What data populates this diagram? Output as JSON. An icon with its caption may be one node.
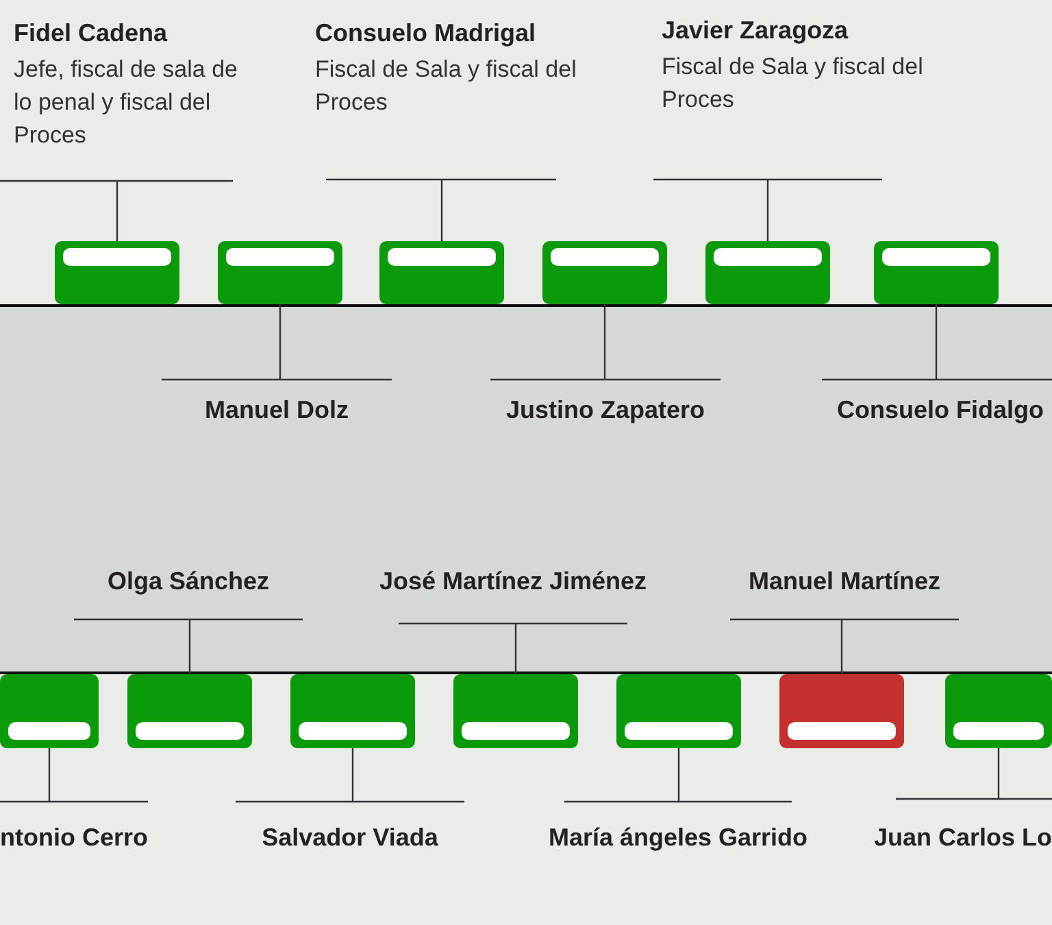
{
  "diagram": {
    "nodes": [
      {
        "text": [
          "Fidel Cadena",
          "Jefe, fiscal de sala de lo penal y fiscal del Proces"
        ]
      },
      {
        "text": [
          "Consuelo Madrigal",
          "Fiscal de Sala y fiscal del Proces"
        ]
      },
      {
        "text": [
          "Javier Zaragoza",
          "Fiscal de Sala y fiscal del Proces"
        ]
      },
      {
        "text": [],
        "shape": "box"
      },
      {
        "text": [],
        "shape": "box"
      },
      {
        "text": [],
        "shape": "box"
      },
      {
        "text": [],
        "shape": "box"
      },
      {
        "text": [],
        "shape": "box"
      },
      {
        "text": [],
        "shape": "box"
      },
      {
        "text": [],
        "shape": "box"
      },
      {
        "text": [
          "Manuel Dolz"
        ],
        "in": 9
      },
      {
        "text": [
          "Justino Zapatero"
        ],
        "in": 9
      },
      {
        "text": [
          "Consuelo Fidalgo"
        ],
        "in": 9
      },
      {
        "text": [
          "Olga Sánchez"
        ],
        "in": 9
      },
      {
        "text": [
          "José Martínez Jiménez"
        ],
        "in": 9
      },
      {
        "text": [
          "Manuel Martínez"
        ],
        "in": 9
      },
      {
        "text": [],
        "shape": "box"
      },
      {
        "text": [],
        "shape": "box"
      },
      {
        "text": [],
        "shape": "box"
      },
      {
        "text": [],
        "shape": "box"
      },
      {
        "text": [],
        "shape": "box"
      },
      {
        "text": [],
        "shape": "box"
      },
      {
        "text": [],
        "shape": "box"
      },
      {
        "text": [
          "ntonio Cerro"
        ]
      },
      {
        "text": [
          "Salvador Viada"
        ]
      },
      {
        "text": [
          "María ángeles Garrido"
        ]
      },
      {
        "text": [
          "Juan Carlos Lo"
        ]
      }
    ],
    "edges": [
      {
        "from": 0,
        "to": 3,
        "arrow": "none"
      },
      {
        "from": 1,
        "to": 5,
        "arrow": "none"
      },
      {
        "from": 2,
        "to": 7,
        "arrow": "none"
      },
      {
        "from": 10,
        "to": 4,
        "arrow": "none"
      },
      {
        "from": 11,
        "to": 6,
        "arrow": "none"
      },
      {
        "from": 12,
        "to": 8,
        "arrow": "none"
      },
      {
        "from": 13,
        "to": 17,
        "arrow": "none"
      },
      {
        "from": 14,
        "to": 19,
        "arrow": "none"
      },
      {
        "from": 15,
        "to": 21,
        "arrow": "none"
      },
      {
        "from": 23,
        "to": 16,
        "arrow": "none"
      },
      {
        "from": 24,
        "to": 18,
        "arrow": "none"
      },
      {
        "from": 25,
        "to": 20,
        "arrow": "none"
      },
      {
        "from": 26,
        "to": 22,
        "arrow": "none"
      }
    ]
  }
}
